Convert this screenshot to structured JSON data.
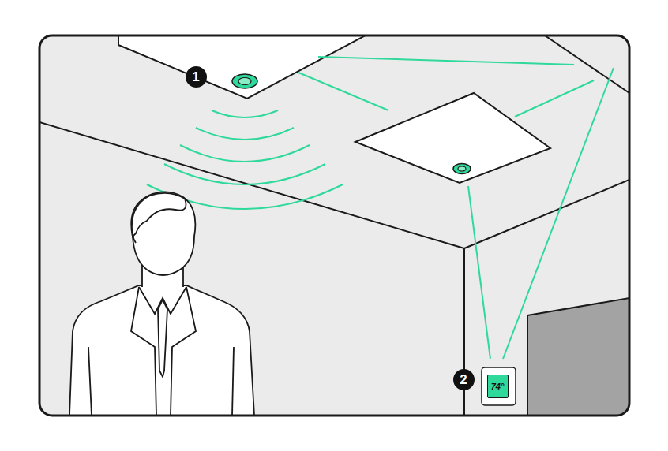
{
  "diagram": {
    "nodes": [
      {
        "text": [
          "1"
        ]
      },
      {
        "text": [
          "2"
        ]
      },
      {
        "text": [
          "74°"
        ]
      }
    ]
  }
}
